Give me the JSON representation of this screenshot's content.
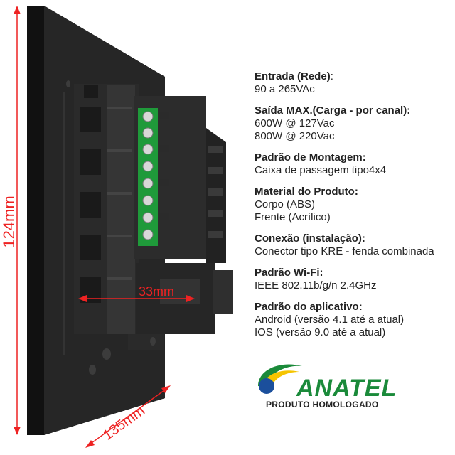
{
  "dimensions": {
    "height": "124mm",
    "depth_back": "33mm",
    "width": "135mm"
  },
  "specs": [
    {
      "title": "Entrada (Rede)",
      "title_suffix": ":",
      "lines": [
        "90 a 265VAc"
      ]
    },
    {
      "title": "Saída MAX.(Carga - por canal):",
      "title_suffix": "",
      "lines": [
        "600W @ 127Vac",
        "800W @ 220Vac"
      ]
    },
    {
      "title": "Padrão de Montagem:",
      "title_suffix": "",
      "lines": [
        "Caixa de passagem tipo4x4"
      ]
    },
    {
      "title": "Material do Produto:",
      "title_suffix": "",
      "lines": [
        "Corpo (ABS)",
        "Frente (Acrílico)"
      ]
    },
    {
      "title": "Conexão (instalação):",
      "title_suffix": "",
      "lines": [
        "Conector tipo KRE - fenda combinada"
      ]
    },
    {
      "title": "Padrão Wi-Fi:",
      "title_suffix": "",
      "lines": [
        "IEEE 802.11b/g/n 2.4GHz"
      ]
    },
    {
      "title": "Padrão do aplicativo:",
      "title_suffix": "",
      "lines": [
        "Android (versão 4.1 até a atual)",
        "IOS (versão 9.0 até a atual)"
      ]
    }
  ],
  "logo": {
    "brand": "ANATEL",
    "subtitle": "PRODUTO HOMOLOGADO",
    "colors": {
      "green": "#1a8a3a",
      "yellow": "#f5c400",
      "blue": "#1b4f9c"
    }
  },
  "colors": {
    "dimension": "#ee2222",
    "device_body": "#1e1e1e",
    "terminal_green": "#1f9a3a"
  }
}
